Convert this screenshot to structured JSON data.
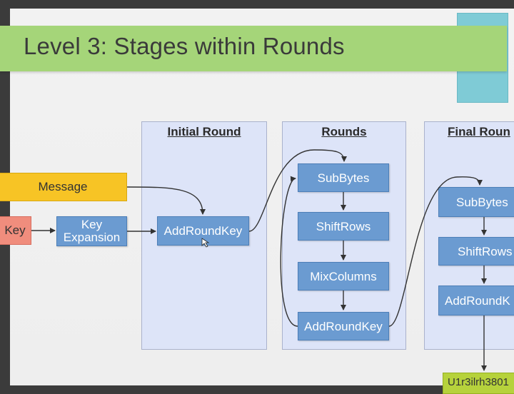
{
  "title": "Level 3: Stages within Rounds",
  "inputs": {
    "message": "Message",
    "key": "Key",
    "key_expansion": "Key\nExpansion"
  },
  "panels": {
    "initial": {
      "title": "Initial Round",
      "steps": [
        "AddRoundKey"
      ]
    },
    "rounds": {
      "title": "Rounds",
      "steps": [
        "SubBytes",
        "ShiftRows",
        "MixColumns",
        "AddRoundKey"
      ]
    },
    "final": {
      "title": "Final Roun",
      "steps": [
        "SubBytes",
        "ShiftRows",
        "AddRoundK"
      ]
    }
  },
  "output": "U1r3ilrh3801",
  "colors": {
    "title_bar": "#a5d579",
    "panel": "#dde4f8",
    "step_box": "#6b9bd1",
    "message": "#f7c425",
    "key": "#f08d7d",
    "output": "#b6d23c",
    "accent_corner": "#7fcbd6"
  }
}
